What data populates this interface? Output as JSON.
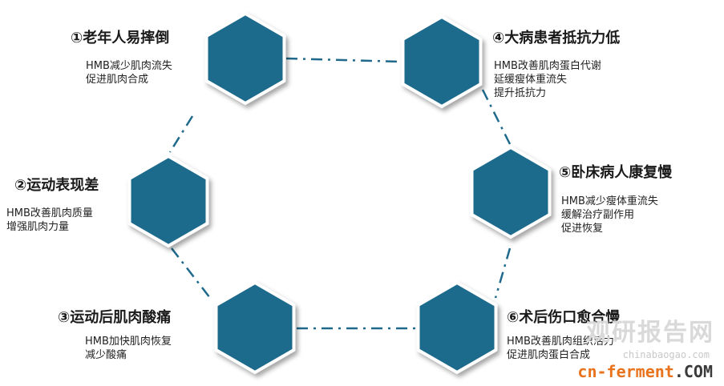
{
  "nodes": [
    {
      "title": "①老年人易摔倒",
      "lines": [
        "HMB减少肌肉流失",
        "促进肌肉合成"
      ]
    },
    {
      "title": "②运动表现差",
      "lines": [
        "HMB改善肌肉质量",
        "增强肌肉力量"
      ]
    },
    {
      "title": "③运动后肌肉酸痛",
      "lines": [
        "HMB加快肌肉恢复",
        "减少酸痛"
      ]
    },
    {
      "title": "④大病患者抵抗力低",
      "lines": [
        "HMB改善肌肉蛋白代谢",
        "延缓瘦体重流失",
        "提升抵抗力"
      ]
    },
    {
      "title": "⑤卧床病人康复慢",
      "lines": [
        "HMB减少瘦体重流失",
        "缓解治疗副作用",
        "促进恢复"
      ]
    },
    {
      "title": "⑥术后伤口愈合慢",
      "lines": [
        "HMB改善肌肉组织活力",
        "促进肌肉蛋白合成"
      ]
    }
  ],
  "watermark": {
    "cn": "观研报告网",
    "pinyin": "chinabaogao.com",
    "domain_a": "cn-ferment",
    "domain_b": ".COM"
  },
  "colors": {
    "hexagon_fill": "#1f6a8c",
    "hexagon_stroke": "#ffffff",
    "connector": "#1f6a8c"
  },
  "icons": {
    "node_marker": "hexagon"
  }
}
